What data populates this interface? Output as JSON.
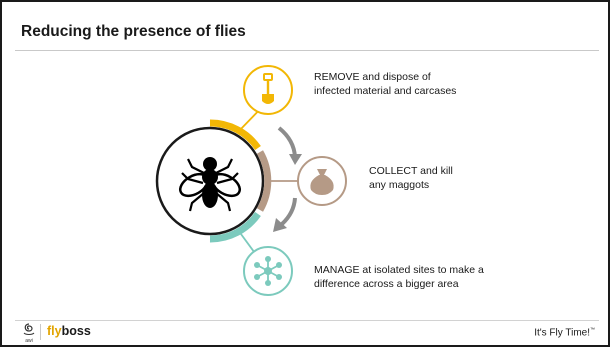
{
  "slide": {
    "title": "Reducing the presence of flies"
  },
  "steps": [
    {
      "id": "remove",
      "icon": "shovel-icon",
      "color": "#f2b705",
      "text_line1": "REMOVE and dispose of",
      "text_line2": "infected material and carcases"
    },
    {
      "id": "collect",
      "icon": "sack-icon",
      "color": "#b59a86",
      "text_line1": "COLLECT and kill",
      "text_line2": "any maggots"
    },
    {
      "id": "manage",
      "icon": "network-icon",
      "color": "#7ccabd",
      "text_line1": "MANAGE at isolated sites to make a",
      "text_line2": "difference across a bigger area"
    }
  ],
  "center": {
    "icon": "fly-icon"
  },
  "footer": {
    "brand_logo": "awi",
    "brand_prefix": "fly",
    "brand_suffix": "boss",
    "tagline": "It's Fly Time!",
    "tagline_mark": "™"
  },
  "colors": {
    "arrow": "#8c8c8c",
    "ring": "#1a1a1a",
    "accent": "#e2a400"
  }
}
